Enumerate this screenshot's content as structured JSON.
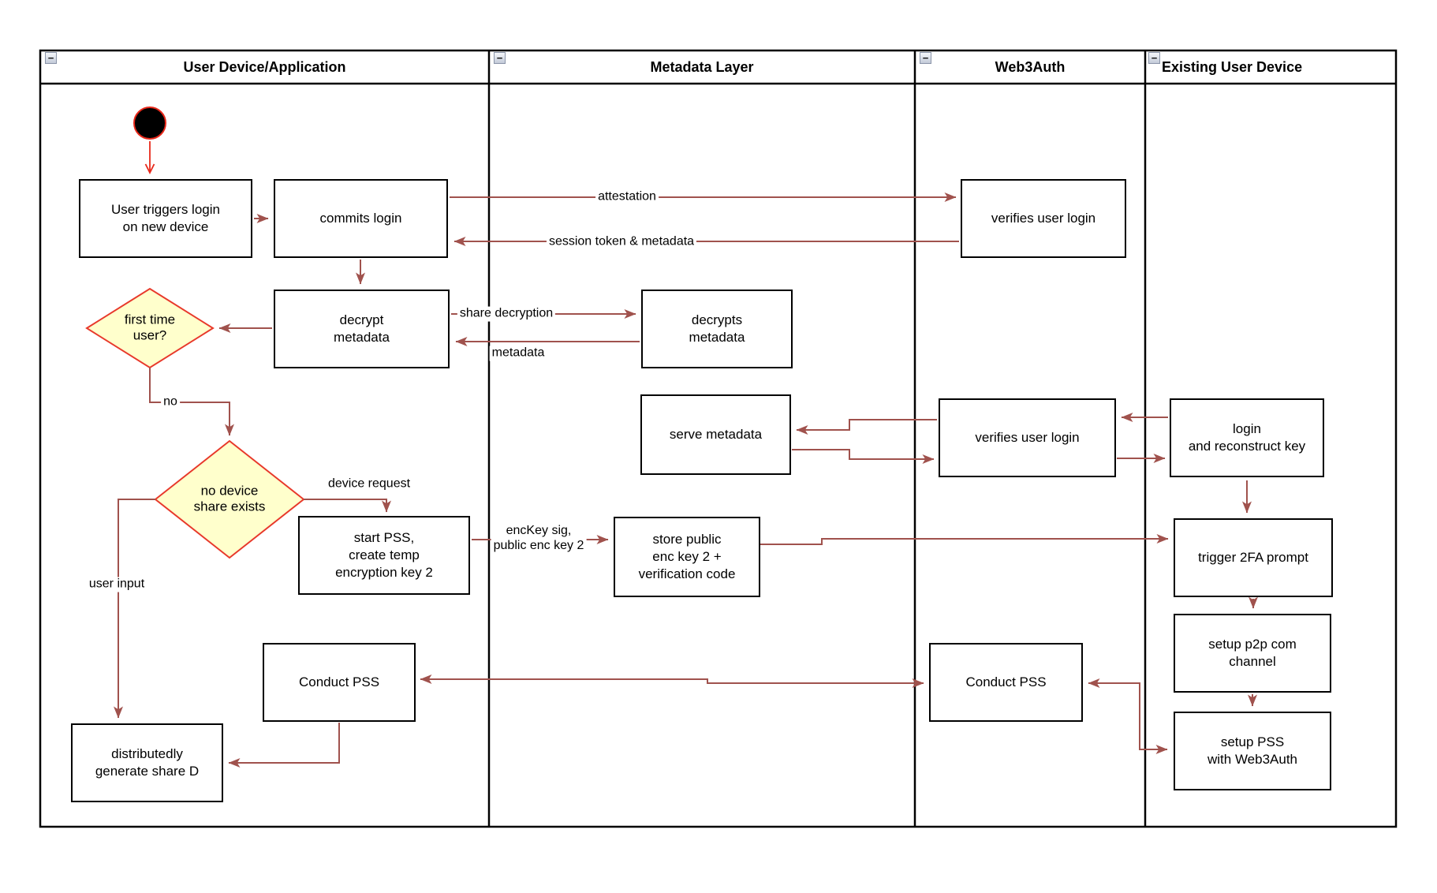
{
  "diagram": {
    "collapse_glyph": "−",
    "lanes": [
      {
        "title": "User Device/Application"
      },
      {
        "title": "Metadata Layer"
      },
      {
        "title": "Web3Auth"
      },
      {
        "title": "Existing User Device"
      }
    ],
    "nodes": {
      "user_triggers": "User triggers login\non new device",
      "commits_login": "commits login",
      "decrypt_metadata": "decrypt\nmetadata",
      "start_pss": "start PSS,\ncreate temp\nencryption key 2",
      "conduct_pss_user": "Conduct PSS",
      "distributedly_generate": "distributedly\ngenerate share D",
      "decrypts_metadata": "decrypts\nmetadata",
      "serve_metadata": "serve metadata",
      "store_public": "store public\nenc key 2 +\nverification code",
      "verifies_login_top": "verifies user login",
      "verifies_login_mid": "verifies user login",
      "conduct_pss_web3": "Conduct PSS",
      "login_reconstruct": "login\nand reconstruct key",
      "trigger_2fa": "trigger 2FA prompt",
      "setup_p2p": "setup p2p com\nchannel",
      "setup_pss": "setup PSS\nwith Web3Auth"
    },
    "decisions": {
      "first_time_user": "first time\nuser?",
      "no_device_share": "no device\nshare exists"
    },
    "edge_labels": {
      "attestation": "attestation",
      "session_token": "session token & metadata",
      "share_decryption": "share decryption",
      "metadata": "metadata",
      "no": "no",
      "device_request": "device request",
      "user_input": "user input",
      "enckey": "encKey sig,\npublic enc key 2"
    },
    "colors": {
      "flow_arrow": "#a0524d",
      "start_accent": "#e8281a",
      "decision_fill": "#ffffcc",
      "decision_stroke": "#e8392b",
      "node_border": "#000000",
      "node_fill": "#ffffff",
      "lane_border": "#000000"
    }
  }
}
